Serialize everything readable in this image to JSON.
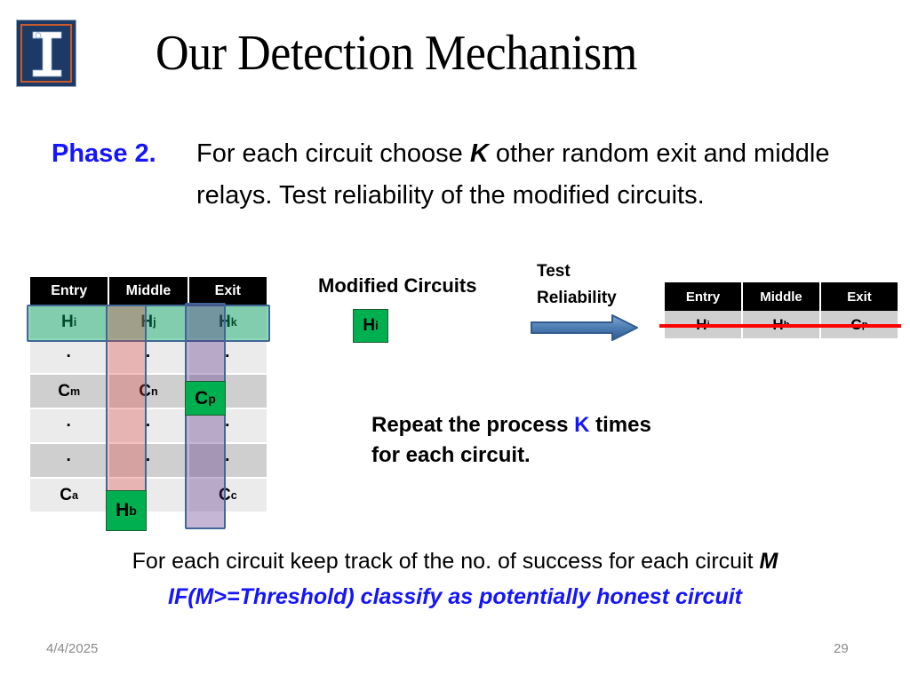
{
  "slide": {
    "title": "Our Detection Mechanism",
    "logo_alt": "university-of-illinois-logo"
  },
  "phase": {
    "label": "Phase 2.",
    "body_pre": "For each circuit choose ",
    "body_var": "K",
    "body_post": " other random exit and middle relays. Test reliability of the modified circuits."
  },
  "left_table": {
    "headers": [
      "Entry",
      "Middle",
      "Exit"
    ],
    "rows": [
      [
        "Hᵢ",
        "Hⱼ",
        "Hₖ"
      ],
      [
        "·",
        "·",
        "·"
      ],
      [
        "Cₘ",
        "Cₙ",
        "Cₚ"
      ],
      [
        "·",
        "·",
        "·"
      ],
      [
        "·",
        "·",
        "·"
      ],
      [
        "Cₐ",
        "",
        "Cᶜ"
      ]
    ],
    "cells": {
      "r0c0": {
        "base": "H",
        "sub": "i"
      },
      "r0c1": {
        "base": "H",
        "sub": "j"
      },
      "r0c2": {
        "base": "H",
        "sub": "k"
      },
      "r2c0": {
        "base": "C",
        "sub": "m"
      },
      "r2c1": {
        "base": "C",
        "sub": "n"
      },
      "r2c2": {
        "base": "C",
        "sub": "p"
      },
      "r5c0": {
        "base": "C",
        "sub": "a"
      },
      "r5c2": {
        "base": "C",
        "sub": "c"
      }
    },
    "chosen": {
      "exit": {
        "base": "C",
        "sub": "p"
      },
      "middle": {
        "base": "H",
        "sub": "b"
      }
    },
    "dot": "·"
  },
  "middle_labels": {
    "modified_circuits": "Modified Circuits",
    "modified_box": {
      "base": "H",
      "sub": "i"
    },
    "test_reliability_line1": "Test",
    "test_reliability_line2": "Reliability",
    "arrow_name": "right-arrow-icon"
  },
  "repeat": {
    "pre": "Repeat the process ",
    "var": "K",
    "post": " times",
    "line2": "for each circuit."
  },
  "right_table": {
    "headers": [
      "Entry",
      "Middle",
      "Exit"
    ],
    "row": [
      {
        "base": "H",
        "sub": "i"
      },
      {
        "base": "H",
        "sub": "b"
      },
      {
        "base": "C",
        "sub": "p"
      }
    ],
    "strike_color": "#ff0000"
  },
  "bottom": {
    "line1_pre": "For each circuit keep track of the no. of success for each circuit ",
    "line1_var": "M",
    "line2": "IF(M>=Threshold) classify as potentially honest circuit"
  },
  "footer": {
    "date": "4/4/2025",
    "page": "29"
  },
  "colors": {
    "accent_blue": "#1414ff",
    "chosen_green": "#00b050",
    "row_highlight_green": "rgba(0,168,97,0.45)",
    "middle_overlay_pink": "rgba(226,66,66,0.33)",
    "exit_overlay_purple": "rgba(88,42,134,0.34)",
    "overlay_border": "#3f6894",
    "header_black": "#000000",
    "strike_red": "#ff0000",
    "footer_gray": "#8a8a8a",
    "logo_navy": "#1d3a66",
    "logo_orange": "#c75b2c"
  }
}
